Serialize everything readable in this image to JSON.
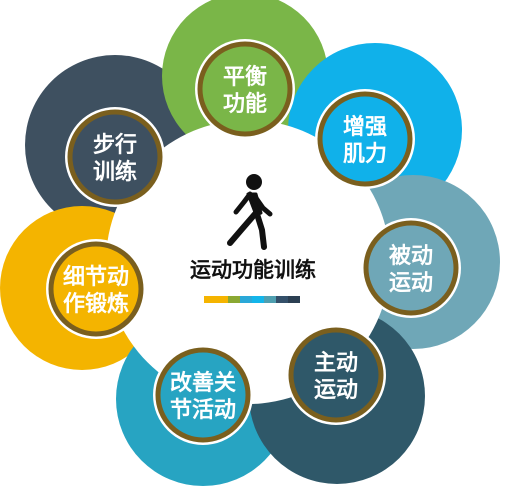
{
  "center": {
    "title": "运动功能训练",
    "icon": "walking-person-icon",
    "color_bar": [
      "#f5b400",
      "#f5b400",
      "#8aa832",
      "#2aa8d8",
      "#13b5ea",
      "#4f9fb0",
      "#34506a",
      "#2b3f52"
    ]
  },
  "nodes": [
    {
      "key": "balance",
      "line1": "平衡",
      "line2": "功能",
      "color": "#7ab648"
    },
    {
      "key": "strength",
      "line1": "增强",
      "line2": "肌力",
      "color": "#10b1ea"
    },
    {
      "key": "passive",
      "line1": "被动",
      "line2": "运动",
      "color": "#6fa7b7"
    },
    {
      "key": "active",
      "line1": "主动",
      "line2": "运动",
      "color": "#2f5869"
    },
    {
      "key": "joint",
      "line1": "改善关",
      "line2": "节活动",
      "color": "#27a4c2"
    },
    {
      "key": "fine",
      "line1": "细节动",
      "line2": "作锻炼",
      "color": "#f4b400"
    },
    {
      "key": "gait",
      "line1": "步行",
      "line2": "训练",
      "color": "#3e5060"
    }
  ],
  "ring_color": "#7a5f1e"
}
